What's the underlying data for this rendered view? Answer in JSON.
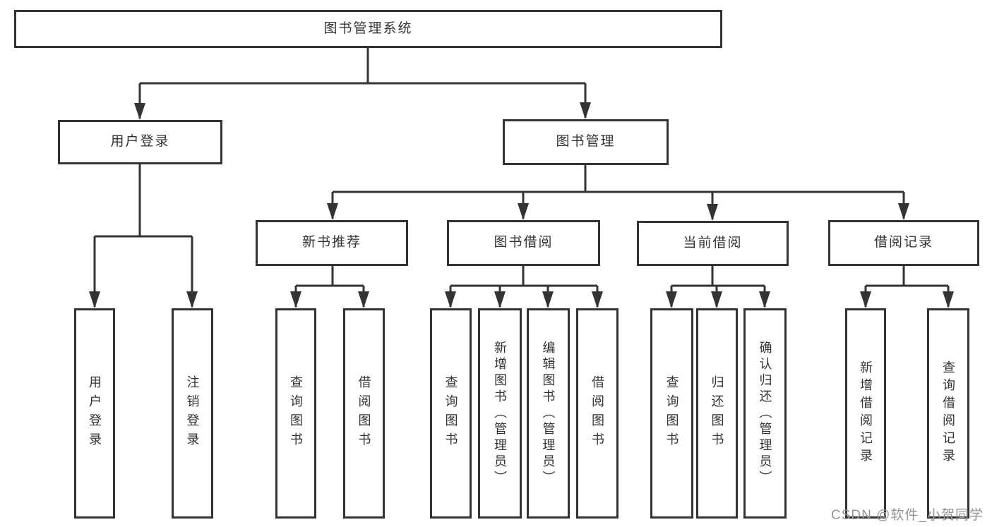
{
  "diagram": {
    "title_node": {
      "label": "图书管理系统"
    },
    "level2": [
      {
        "label": "用户登录"
      },
      {
        "label": "图书管理"
      }
    ],
    "level3": [
      {
        "label": "新书推荐"
      },
      {
        "label": "图书借阅"
      },
      {
        "label": "当前借阅"
      },
      {
        "label": "借阅记录"
      }
    ],
    "leaves": {
      "user_login": [
        "用户登录",
        "注销登录"
      ],
      "new_books": [
        "查询图书",
        "借阅图书"
      ],
      "borrow": [
        "查询图书",
        "新增图书（管理员）",
        "编辑图书（管理员）",
        "借阅图书"
      ],
      "current": [
        "查询图书",
        "归还图书",
        "确认归还（管理员）"
      ],
      "records": [
        "新增借阅记录",
        "查询借阅记录"
      ]
    },
    "colors": {
      "line": "#333333",
      "text": "#333333",
      "background": "#ffffff",
      "watermark": "#949494"
    }
  },
  "watermark": {
    "text": "CSDN @软件_小贺同学"
  }
}
